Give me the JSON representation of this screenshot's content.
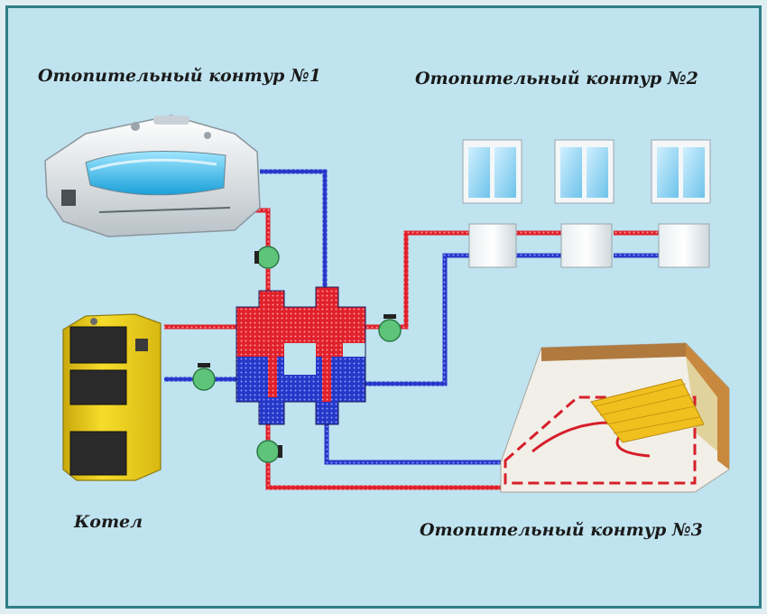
{
  "labels": {
    "circuit1": "Отопительный контур №1",
    "circuit2": "Отопительный контур №2",
    "circuit3": "Отопительный контур №3",
    "boiler": "Котел"
  },
  "colors": {
    "frame": "#2f7f86",
    "background": "#bfe3ef",
    "hot": "#e0202a",
    "cold": "#2438c8",
    "pump": "#5ec47a",
    "boiler": "#f2d21e"
  }
}
